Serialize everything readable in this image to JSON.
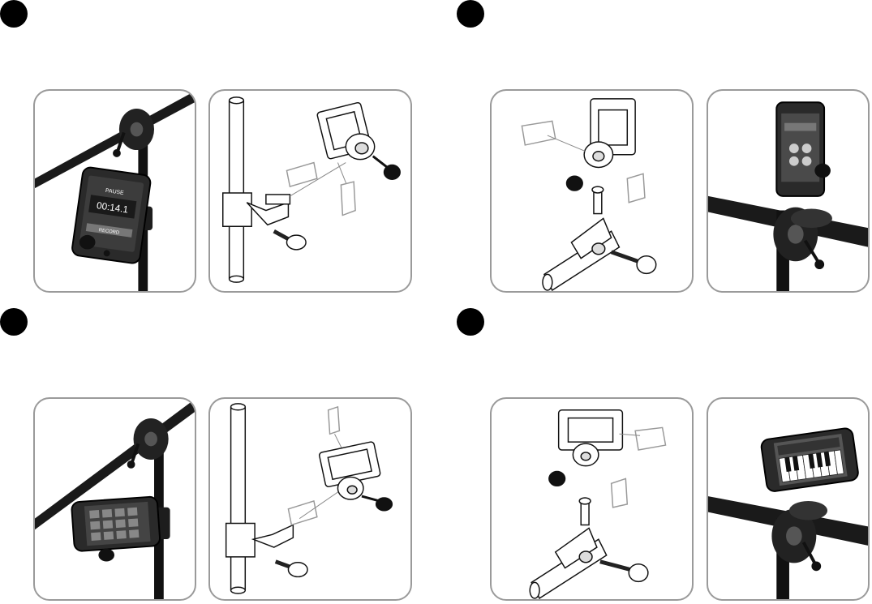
{
  "steps": [
    {
      "id": 1,
      "photo_device": "iphone-recorder-app",
      "diagram": "mount-on-vertical-pole"
    },
    {
      "id": 2,
      "photo_device": "iphone-portrait-on-boom",
      "diagram": "mount-with-boom-adapter"
    },
    {
      "id": 3,
      "photo_device": "iphone-landscape-app",
      "diagram": "mount-on-vertical-pole-landscape"
    },
    {
      "id": 4,
      "photo_device": "iphone-piano-app-landscape",
      "diagram": "mount-with-boom-adapter-landscape"
    }
  ],
  "screens": {
    "recorder_time": "00:14.1",
    "recorder_top_label": "PAUSE",
    "recorder_bottom_label": "RECORD"
  },
  "colors": {
    "marker": "#000000",
    "panel_border": "#9a9a9a",
    "stand_black": "#111111"
  }
}
